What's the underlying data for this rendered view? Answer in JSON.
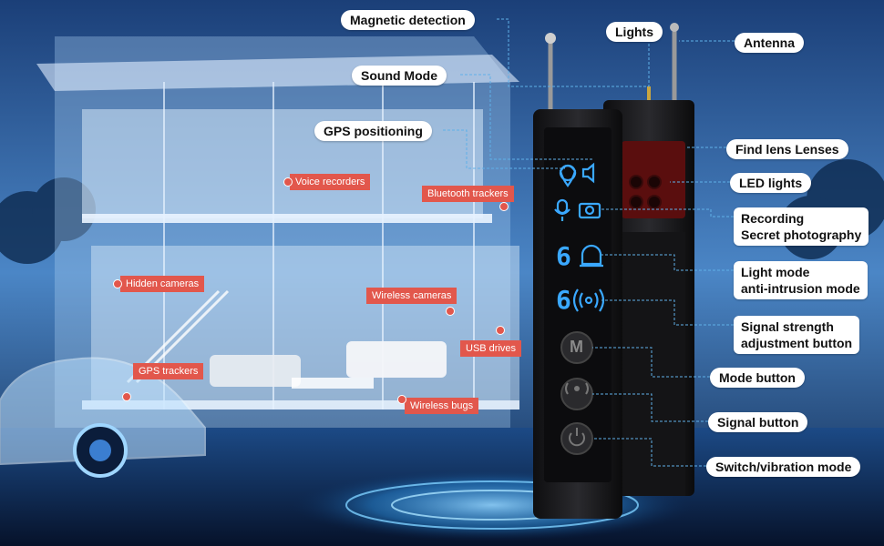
{
  "callouts": {
    "magnetic_detection": "Magnetic detection",
    "lights": "Lights",
    "antenna": "Antenna",
    "sound_mode": "Sound Mode",
    "gps_positioning": "GPS positioning",
    "find_lens": "Find lens Lenses",
    "led_lights": "LED lights",
    "recording_line1": "Recording",
    "recording_line2": "Secret photography",
    "light_mode_line1": "Light mode",
    "light_mode_line2": "anti-intrusion mode",
    "signal_strength_line1": "Signal strength",
    "signal_strength_line2": "adjustment button",
    "mode_button": "Mode button",
    "signal_button": "Signal button",
    "switch_vibration": "Switch/vibration mode"
  },
  "scene_labels": {
    "voice_recorders": "Voice recorders",
    "bluetooth_trackers": "Bluetooth trackers",
    "hidden_cameras": "Hidden cameras",
    "wireless_cameras": "Wireless cameras",
    "usb_drives": "USB drives",
    "gps_trackers": "GPS trackers",
    "wireless_bugs": "Wireless bugs"
  },
  "device": {
    "digit_light": "6",
    "digit_signal": "6",
    "mode_button_letter": "M"
  },
  "colors": {
    "label_red": "#e2574c",
    "glow_blue": "#3aa8ff",
    "device_body": "#1a1a1c"
  }
}
